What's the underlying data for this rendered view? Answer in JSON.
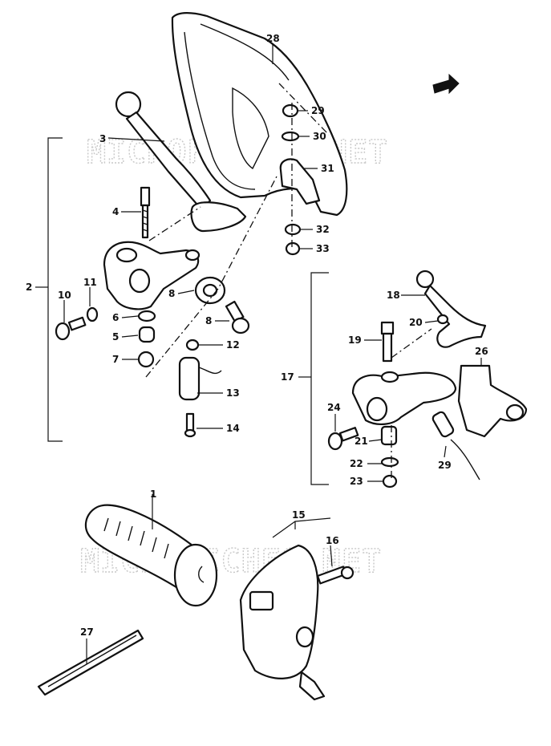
{
  "watermark_top": "MICROFICHES.NET",
  "watermark_bottom": "MICROFICHES.NET",
  "callouts": {
    "c1": "1",
    "c2": "2",
    "c3": "3",
    "c4": "4",
    "c5": "5",
    "c6": "6",
    "c7": "7",
    "c8a": "8",
    "c8b": "8",
    "c10": "10",
    "c11": "11",
    "c12": "12",
    "c13": "13",
    "c14": "14",
    "c15": "15",
    "c16": "16",
    "c17": "17",
    "c18": "18",
    "c19": "19",
    "c20": "20",
    "c21": "21",
    "c22": "22",
    "c23": "23",
    "c24": "24",
    "c26": "26",
    "c27": "27",
    "c28": "28",
    "c29a": "29",
    "c29b": "29",
    "c30": "30",
    "c31": "31",
    "c32": "32",
    "c33": "33"
  }
}
